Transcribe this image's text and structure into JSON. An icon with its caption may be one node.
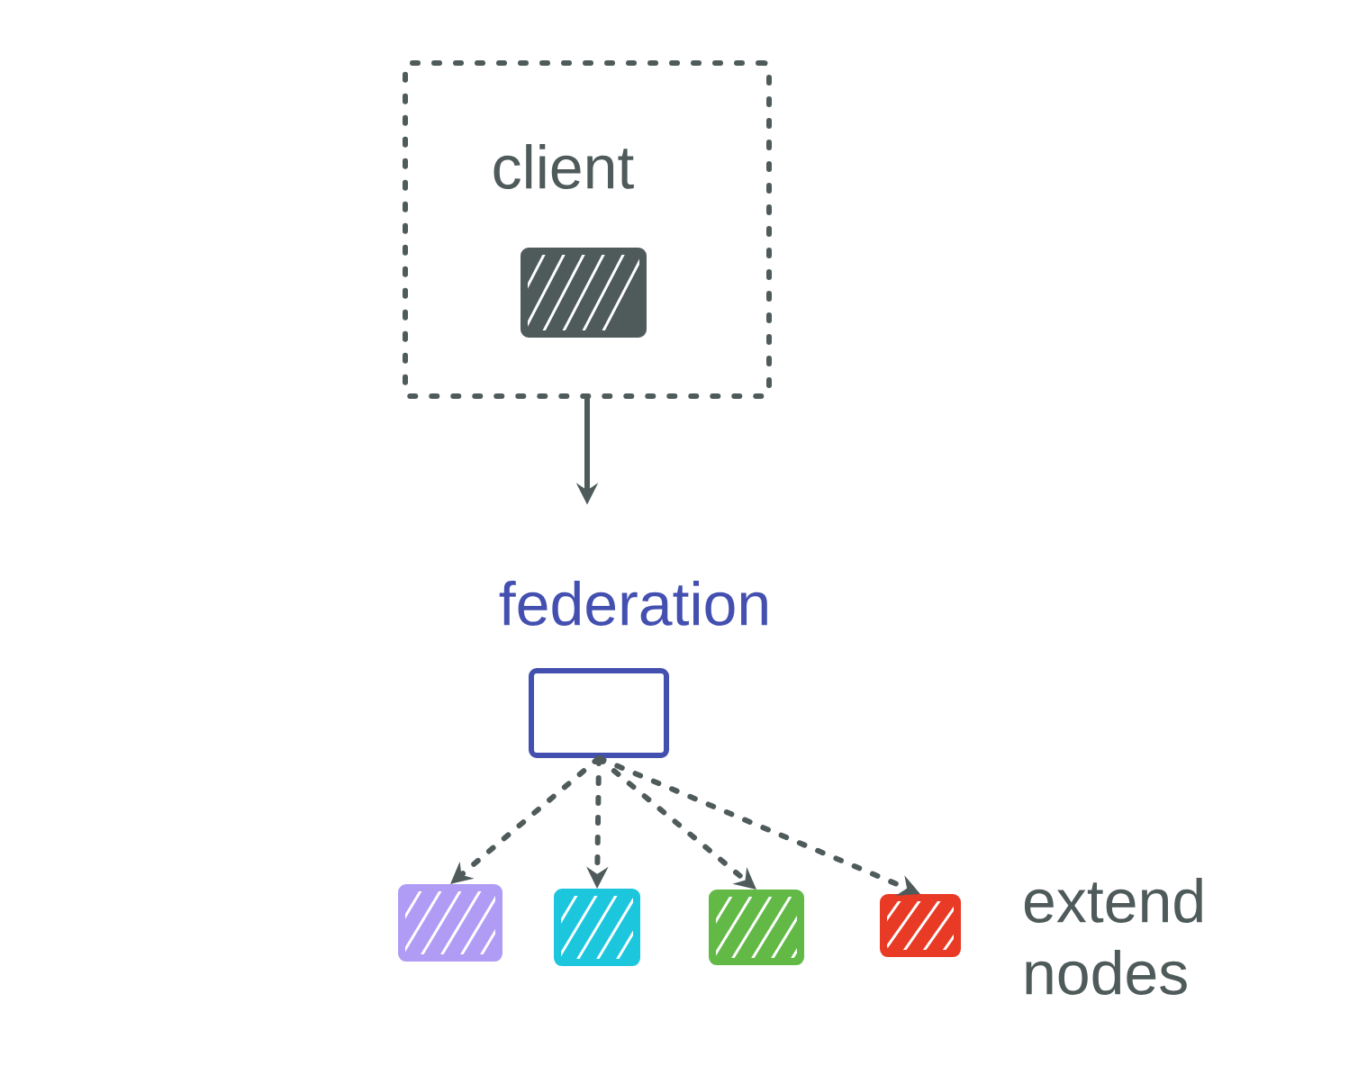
{
  "diagram": {
    "nodes": [
      {
        "text": [
          "client"
        ]
      },
      {
        "text": [],
        "shape": "box",
        "in": 0
      },
      {
        "text": [
          "federation"
        ]
      },
      {
        "text": [],
        "shape": "box"
      },
      {
        "text": [],
        "shape": "box"
      },
      {
        "text": [],
        "shape": "box"
      },
      {
        "text": [],
        "shape": "box"
      }
    ],
    "edges": [
      {
        "from": 0,
        "to": 2,
        "arrow": "to"
      },
      {
        "from": 2,
        "to": 3,
        "arrow": "to",
        "style": "dashed"
      },
      {
        "from": 2,
        "to": 4,
        "arrow": "to",
        "style": "dashed"
      },
      {
        "from": 2,
        "to": 5,
        "arrow": "to",
        "style": "dashed"
      },
      {
        "from": 2,
        "to": 6,
        "arrow": "to",
        "style": "dashed"
      }
    ],
    "labels": [
      "extend nodes"
    ]
  }
}
